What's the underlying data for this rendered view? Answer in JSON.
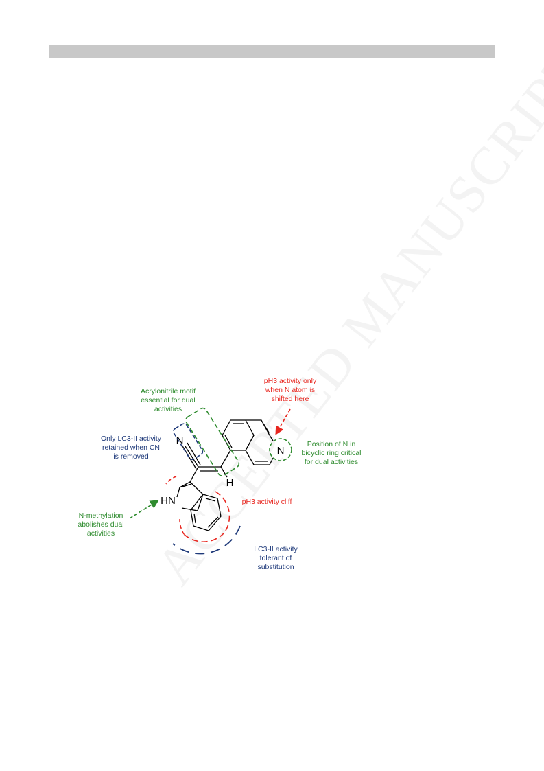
{
  "header": {
    "bar": ""
  },
  "watermark": {
    "text": "ACCEPTED MANUSCRIPT"
  },
  "diagram": {
    "atoms": {
      "nitrile_n": "N",
      "isoquinoline_n": "N",
      "indole_nh": "HN",
      "vinyl_h": "H"
    },
    "annotations": {
      "acrylonitrile": "Acrylonitrile motif\nessential for dual\nactivities",
      "ph3_only": "pH3 activity only\nwhen N atom is\nshifted here",
      "lc3_only": "Only LC3-II activity\nretained when CN\nis removed",
      "position_n": "Position of N in\nbicyclic ring critical\nfor dual activities",
      "ph3_cliff": "pH3 activity cliff",
      "n_methylation": "N-methylation\nabolishes dual\nactivities",
      "lc3_tolerant": "LC3-II activity\ntolerant of\nsubstitution"
    },
    "colors": {
      "green": "#2e8b2e",
      "red": "#e8261f",
      "navy": "#1f3a7a",
      "bond": "#000000"
    }
  }
}
